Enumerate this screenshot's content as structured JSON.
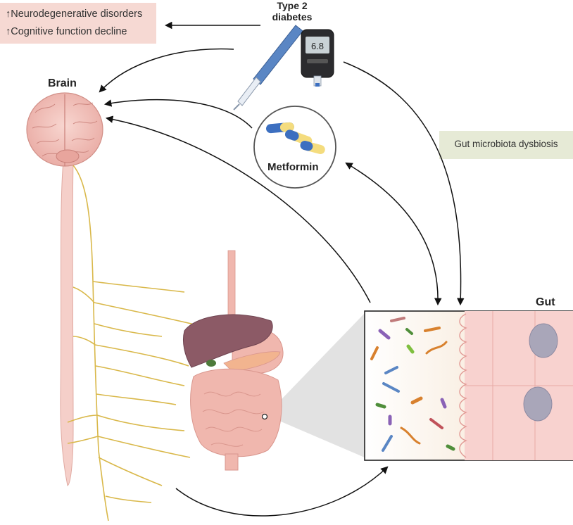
{
  "outcomes": {
    "arrow_glyph": "↑",
    "items": [
      "Neurodegenerative disorders",
      "Cognitive function decline"
    ]
  },
  "labels": {
    "type2_line1": "Type 2",
    "type2_line2": "diabetes",
    "brain": "Brain",
    "metformin": "Metformin",
    "gut": "Gut",
    "gut_dysbiosis": "Gut microbiota dysbiosis"
  },
  "meter": {
    "reading": "6.8"
  },
  "colors": {
    "outcomes_bg": "#f6d9d3",
    "dysbiosis_bg": "#e6ead6",
    "brain": "#f2c5bf",
    "spinal_cord": "#f5cfc9",
    "nerves": "#d9b84a",
    "liver": "#8c5a66",
    "intestine": "#f0b7ae",
    "pen": "#5a86c4",
    "capsule_blue": "#3c6fc0",
    "capsule_yellow": "#f4dc7e",
    "arrows": "#111111"
  },
  "icons": [
    "brain-icon",
    "insulin-pen-icon",
    "glucose-meter-icon",
    "metformin-pill-icon",
    "digestive-system-icon",
    "bacteria-icon",
    "intestinal-villi-icon"
  ]
}
